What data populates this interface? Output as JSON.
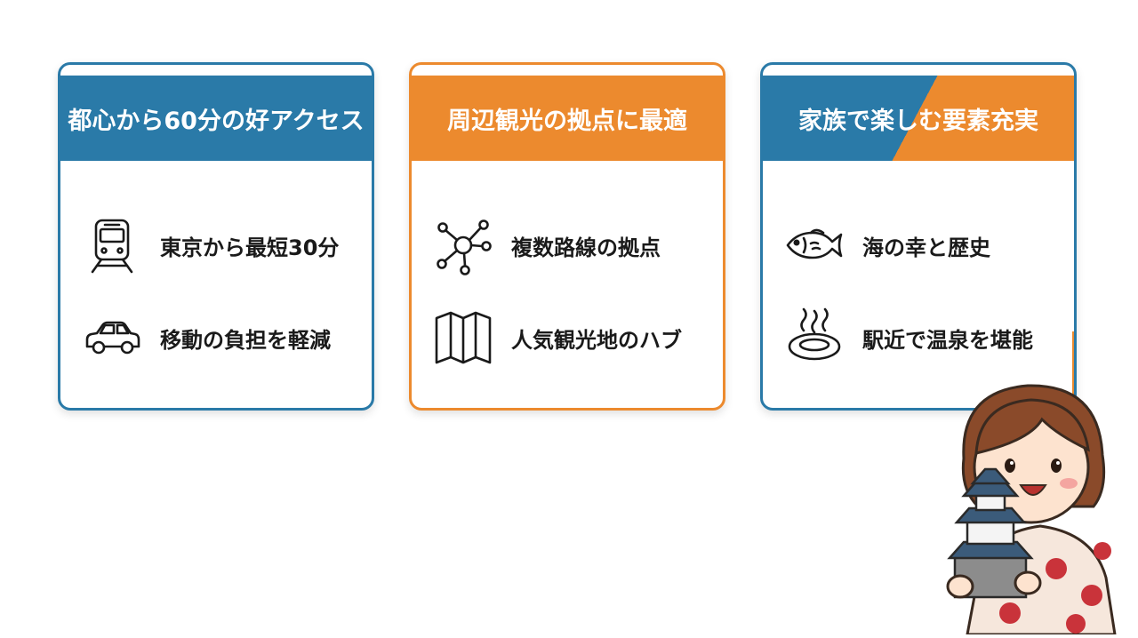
{
  "cards": [
    {
      "title": "都心から60分の好アクセス",
      "items": [
        {
          "icon": "train-icon",
          "text": "東京から最短30分"
        },
        {
          "icon": "car-icon",
          "text": "移動の負担を軽減"
        }
      ]
    },
    {
      "title": "周辺観光の拠点に最適",
      "items": [
        {
          "icon": "network-hub-icon",
          "text": "複数路線の拠点"
        },
        {
          "icon": "folded-map-icon",
          "text": "人気観光地のハブ"
        }
      ]
    },
    {
      "title": "家族で楽しむ要素充実",
      "items": [
        {
          "icon": "fish-icon",
          "text": "海の幸と歴史"
        },
        {
          "icon": "hot-spring-icon",
          "text": "駅近で温泉を堪能"
        }
      ]
    }
  ],
  "colors": {
    "blue": "#2a7aa8",
    "orange": "#ec8a2e"
  },
  "illustration": {
    "icon": "woman-holding-castle-illustration"
  }
}
